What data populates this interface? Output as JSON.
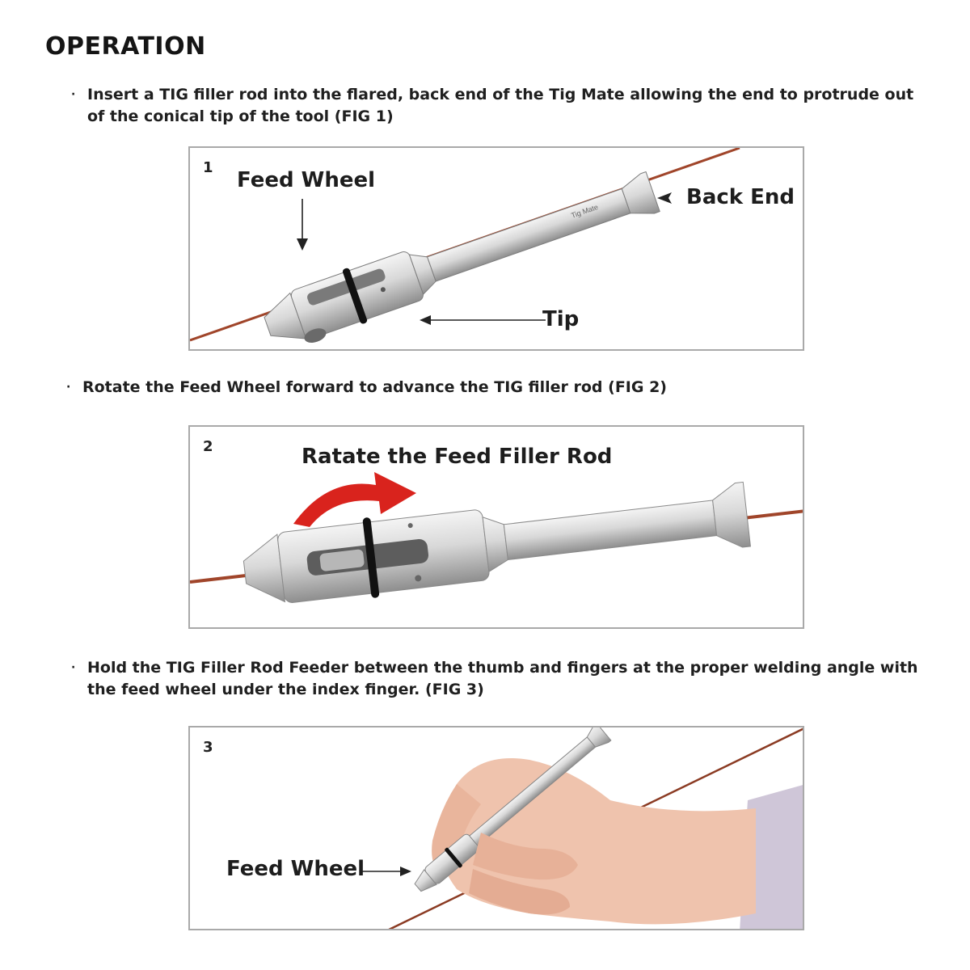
{
  "page": {
    "title": "OPERATION"
  },
  "steps": [
    {
      "bullet": "·",
      "text": "Insert a TIG filler rod into the flared, back end of the Tig Mate allowing the end to protrude out of the conical tip of the tool (FIG 1)"
    },
    {
      "bullet": "·",
      "text": "Rotate the Feed Wheel forward to advance the TIG filler rod (FIG 2)"
    },
    {
      "bullet": "·",
      "text": "Hold the TIG Filler Rod Feeder between the thumb and fingers at the proper welding angle with the feed wheel under the index finger. (FIG 3)"
    }
  ],
  "figures": {
    "fig1": {
      "number": "1",
      "feed_wheel_label": "Feed Wheel",
      "back_end_label": "Back End",
      "tip_label": "Tip",
      "brand_text": "Tig Mate"
    },
    "fig2": {
      "number": "2",
      "caption": "Ratate the Feed Filler Rod"
    },
    "fig3": {
      "number": "3",
      "feed_wheel_label": "Feed Wheel"
    }
  },
  "colors": {
    "rod": "#a0452a",
    "tool_light": "#e4e4e4",
    "tool_dark": "#9a9a9a",
    "arrow_red": "#d9231d",
    "skin": "#efc3ad",
    "sleeve": "#cfc6d8",
    "frame": "#a9a9a9"
  }
}
